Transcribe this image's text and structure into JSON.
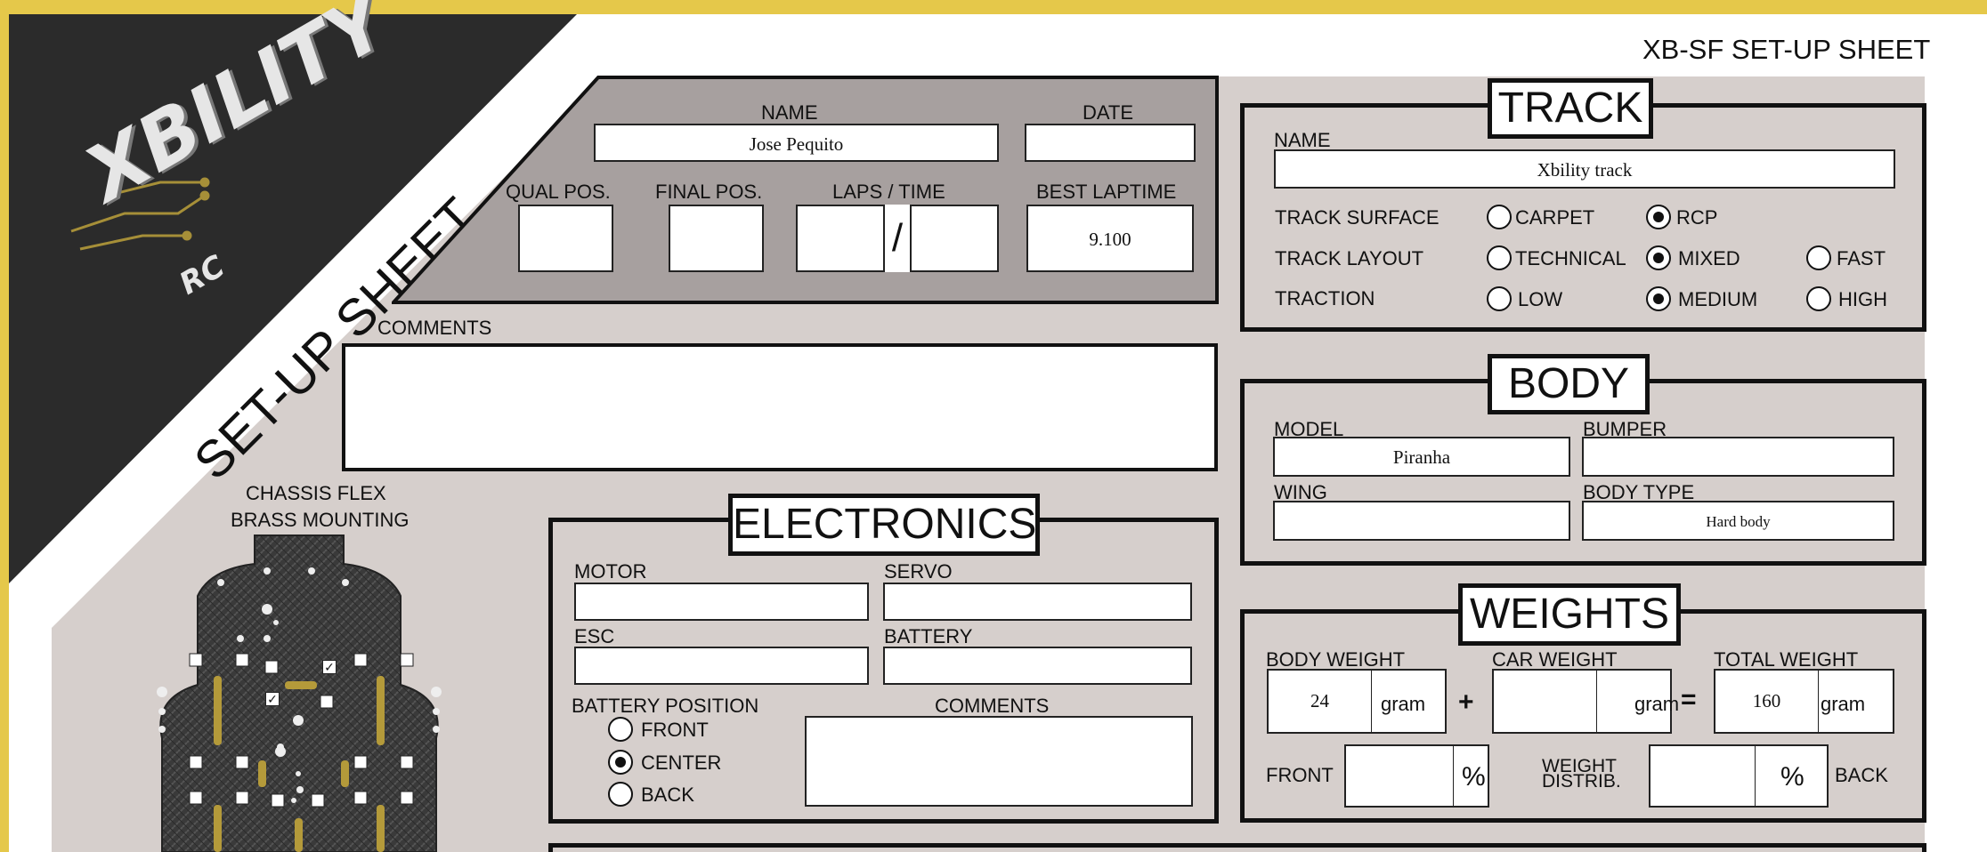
{
  "header": {
    "title": "XB-SF SET-UP SHEET"
  },
  "brand": {
    "logo_main": "XBILITY",
    "logo_sub": "RC",
    "banner": "SET-UP SHEET"
  },
  "race": {
    "name_label": "NAME",
    "name_value": "Jose Pequito",
    "date_label": "DATE",
    "date_value": "",
    "qual_label": "QUAL POS.",
    "final_label": "FINAL POS.",
    "laps_label": "LAPS / TIME",
    "laps_sep": "/",
    "best_label": "BEST LAPTIME",
    "best_value": "9.100",
    "comments_label": "COMMENTS"
  },
  "chassis": {
    "title_line1": "CHASSIS FLEX",
    "title_line2": "BRASS MOUNTING",
    "check": "✓"
  },
  "track": {
    "title": "TRACK",
    "name_label": "NAME",
    "name_value": "Xbility track",
    "surface_label": "TRACK SURFACE",
    "surface_opt1": "CARPET",
    "surface_opt2": "RCP",
    "layout_label": "TRACK LAYOUT",
    "layout_opt1": "TECHNICAL",
    "layout_opt2": "MIXED",
    "layout_opt3": "FAST",
    "traction_label": "TRACTION",
    "traction_opt1": "LOW",
    "traction_opt2": "MEDIUM",
    "traction_opt3": "HIGH"
  },
  "body": {
    "title": "BODY",
    "model_label": "MODEL",
    "model_value": "Piranha",
    "bumper_label": "BUMPER",
    "wing_label": "WING",
    "type_label": "BODY TYPE",
    "type_value": "Hard body"
  },
  "weights": {
    "title": "WEIGHTS",
    "body_label": "BODY WEIGHT",
    "body_value": "24",
    "unit": "gram",
    "car_label": "CAR WEIGHT",
    "total_label": "TOTAL WEIGHT",
    "total_value": "160",
    "plus": "+",
    "equals": "=",
    "front_label": "FRONT",
    "pct": "%",
    "distrib_line1": "WEIGHT",
    "distrib_line2": "DISTRIB.",
    "back_label": "BACK"
  },
  "electronics": {
    "title": "ELECTRONICS",
    "motor_label": "MOTOR",
    "servo_label": "SERVO",
    "esc_label": "ESC",
    "battery_label": "BATTERY",
    "battpos_label": "BATTERY POSITION",
    "opt_front": "FRONT",
    "opt_center": "CENTER",
    "opt_back": "BACK",
    "comments_label": "COMMENTS"
  }
}
